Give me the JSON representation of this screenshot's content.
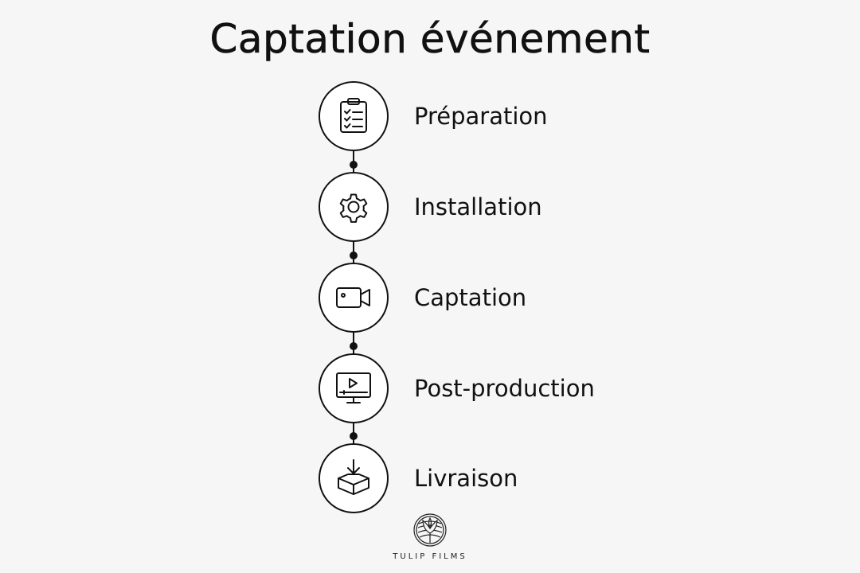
{
  "title": "Captation événement",
  "steps": [
    {
      "label": "Préparation",
      "icon": "clipboard-checklist-icon"
    },
    {
      "label": "Installation",
      "icon": "gear-icon"
    },
    {
      "label": "Captation",
      "icon": "video-camera-icon"
    },
    {
      "label": "Post-production",
      "icon": "monitor-play-icon"
    },
    {
      "label": "Livraison",
      "icon": "box-download-icon"
    }
  ],
  "brand": {
    "name": "TULIP FILMS",
    "logo_icon": "tulip-logo-icon"
  },
  "colors": {
    "ink": "#111111",
    "background": "#f6f6f6"
  }
}
